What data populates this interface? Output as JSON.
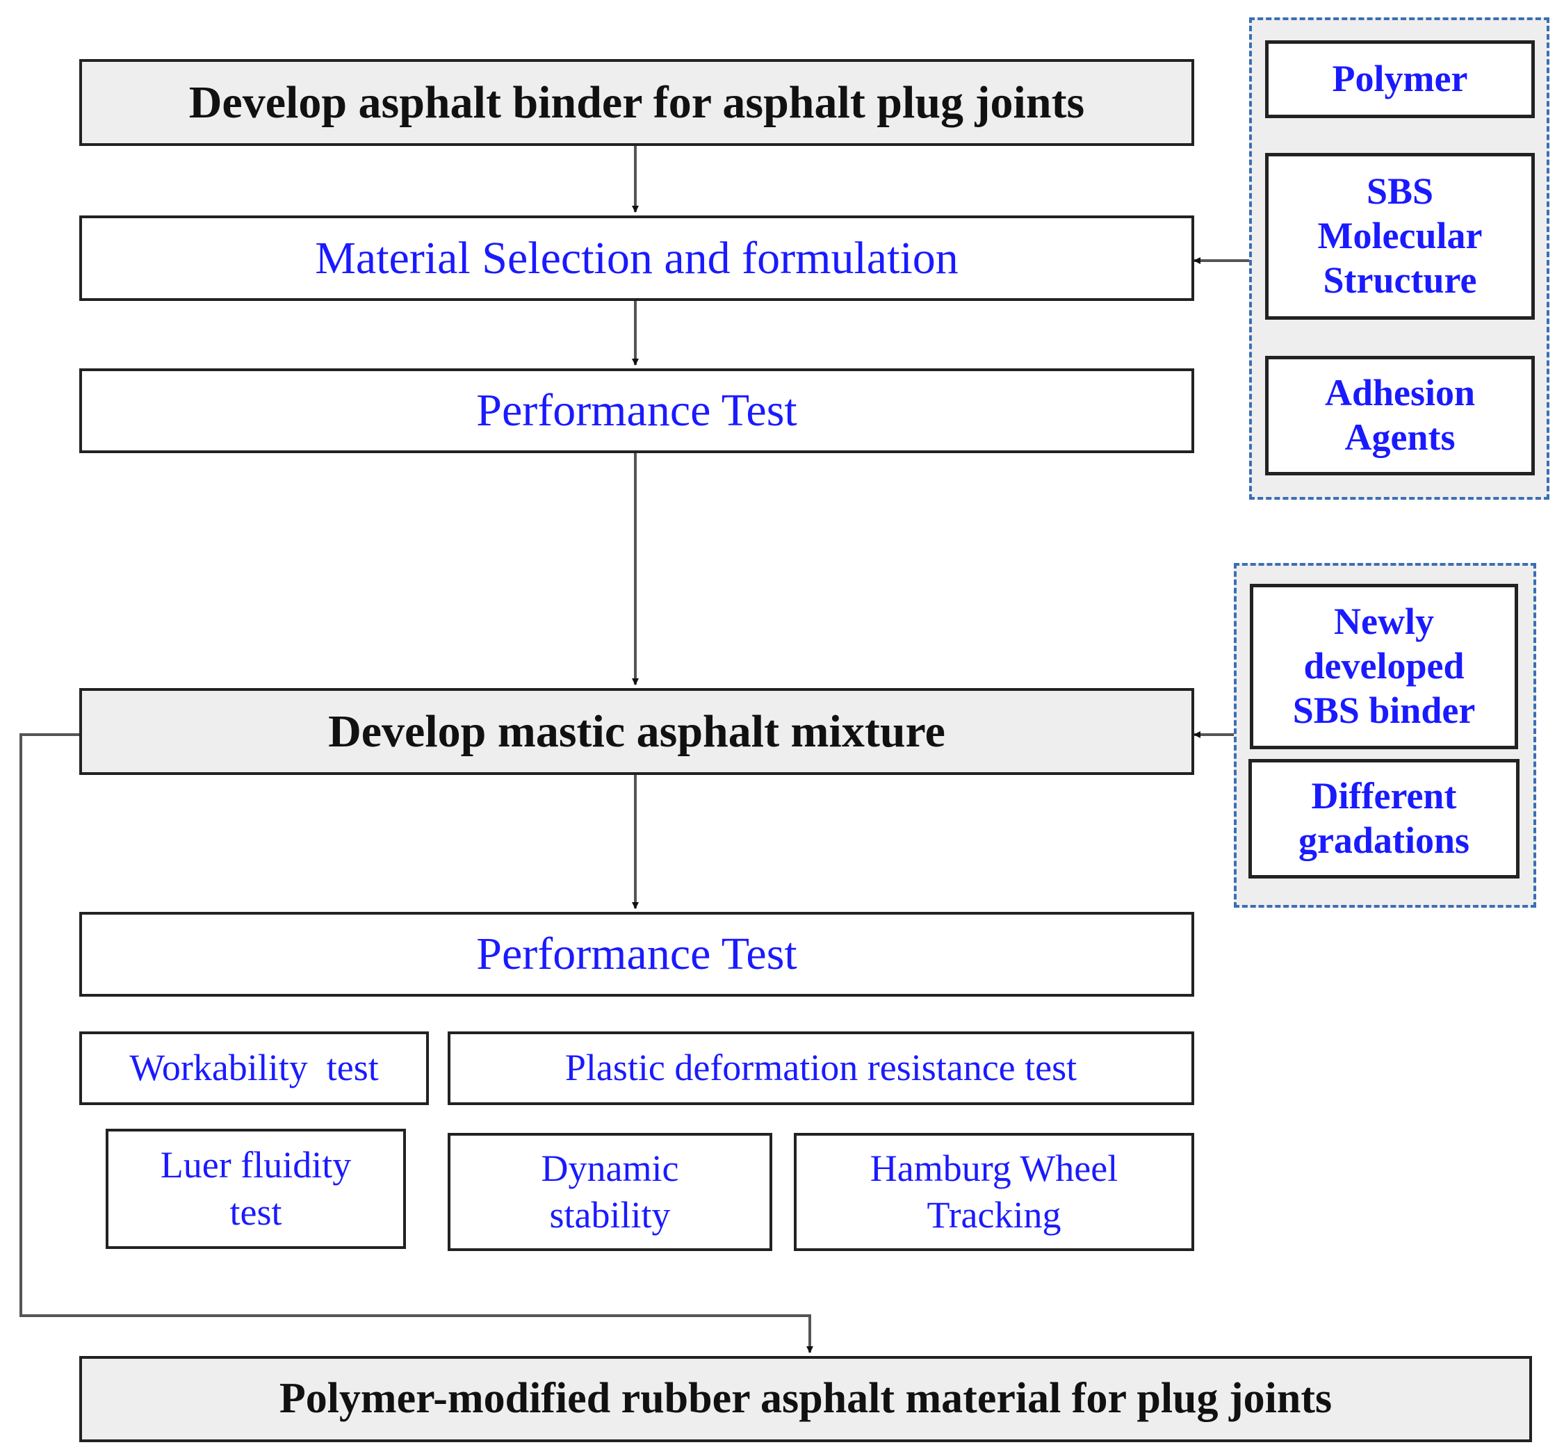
{
  "nodes": {
    "develop_binder": "Develop asphalt binder for asphalt plug joints",
    "material_selection": "Material Selection and formulation",
    "performance_test_1": "Performance Test",
    "develop_mastic": "Develop mastic asphalt mixture",
    "performance_test_2": "Performance Test",
    "workability_test": "Workability  test",
    "plastic_deformation_test": "Plastic deformation resistance test",
    "luer_fluidity_test": "Luer fluidity test",
    "dynamic_stability": "Dynamic stability",
    "hamburg_wheel_tracking": "Hamburg Wheel Tracking",
    "final_material": "Polymer-modified rubber asphalt material for plug joints"
  },
  "binder_inputs": [
    "Polymer",
    "SBS Molecular Structure",
    "Adhesion Agents"
  ],
  "mixture_inputs": [
    "Newly developed SBS binder",
    "Different gradations"
  ],
  "colors": {
    "blue_text": "#1a1aff",
    "black_text": "#111111",
    "box_border": "#222222",
    "grey_fill": "#eeeeee",
    "dashed_border": "#3a6fb3",
    "connector": "#555555"
  }
}
